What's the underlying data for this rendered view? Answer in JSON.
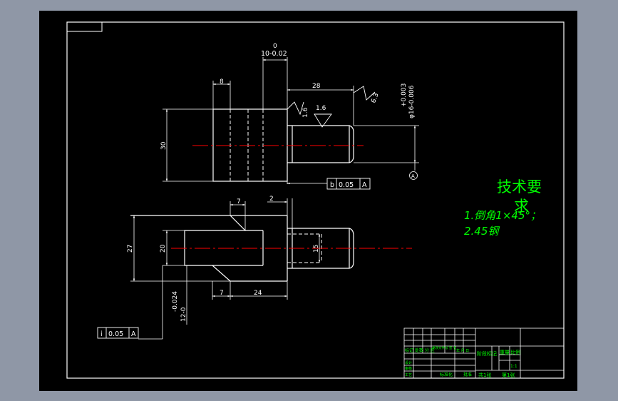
{
  "colors": {
    "background": "#8f97a6",
    "canvas": "#000000",
    "line": "#ffffff",
    "centerline": "#ff0000",
    "annotation": "#00ff00"
  },
  "technical_requirements": {
    "title_line1": "技术要",
    "title_line2": "求",
    "item1": "1.倒角1×45°；",
    "item2": "2.45钢"
  },
  "dimensions": {
    "width_8": "8",
    "tol_upper_0": "0",
    "slot_10": "10-0.02",
    "length_28": "28",
    "rough_1_6_a": "1.6",
    "rough_1_6_b": "1.6",
    "rough_6_3": "6.3",
    "dia_tol_upper": "+0.003",
    "dia_16": "φ16-0.006",
    "height_30": "30",
    "datum_a_circle": "A",
    "width_7_top": "7",
    "gap_2": "2",
    "height_27": "27",
    "height_20": "20",
    "dia_15": "15",
    "width_7_bottom": "7",
    "length_24": "24",
    "tol_minus_024": "-0.024",
    "base_12": "12-0"
  },
  "tolerance_frames": {
    "upper": {
      "symbol": "b",
      "value": "0.05",
      "datum": "A"
    },
    "lower": {
      "symbol": "i",
      "value": "0.05",
      "datum": "A"
    }
  },
  "title_block": {
    "row_label_1": "标记 处数 分 区",
    "row_label_2": "更改文件号 签 名",
    "row_label_3": "年 月 日",
    "stage_mark": "阶段标记",
    "weight": "重量",
    "scale": "比例",
    "scale_value": "1:1",
    "design": "设计",
    "audit": "审核",
    "craft": "工艺",
    "standard": "标准化",
    "approve": "批准",
    "sheets_total": "共1张",
    "sheet_no": "第1张"
  }
}
